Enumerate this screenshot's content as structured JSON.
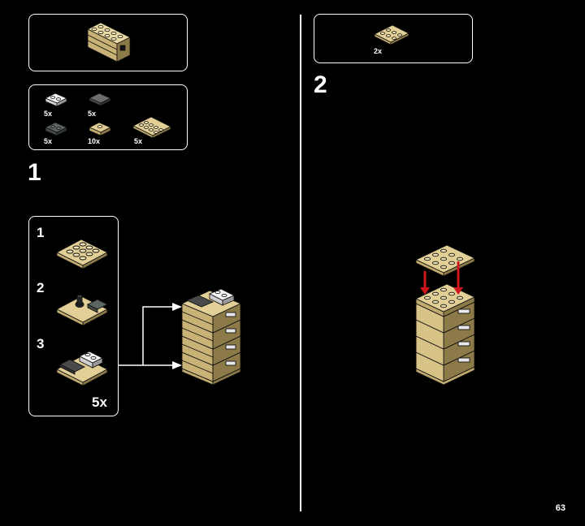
{
  "left_page": {
    "submodel_box": {
      "icon": "tan-brick-row-icon"
    },
    "parts_list": {
      "items": [
        {
          "qty": "5x",
          "icon": "white-plate-1x2-icon"
        },
        {
          "qty": "5x",
          "icon": "dark-tile-1x2-icon"
        },
        {
          "qty": "5x",
          "icon": "dark-gray-plate-icon"
        },
        {
          "qty": "10x",
          "icon": "tan-jumper-plate-icon"
        },
        {
          "qty": "5x",
          "icon": "tan-plate-2x4-icon"
        }
      ]
    },
    "step_number": "1",
    "callout": {
      "substeps": [
        "1",
        "2",
        "3"
      ],
      "multiplier": "5x"
    }
  },
  "right_page": {
    "parts_list": {
      "items": [
        {
          "qty": "2x",
          "icon": "tan-plate-2x3-icon"
        }
      ]
    },
    "step_number": "2"
  },
  "page_number": "63",
  "colors": {
    "background": "#000000",
    "tan": "#d8c387",
    "tan_dark": "#8c7a48",
    "arrow_red": "#d0161d",
    "line": "#ffffff"
  }
}
